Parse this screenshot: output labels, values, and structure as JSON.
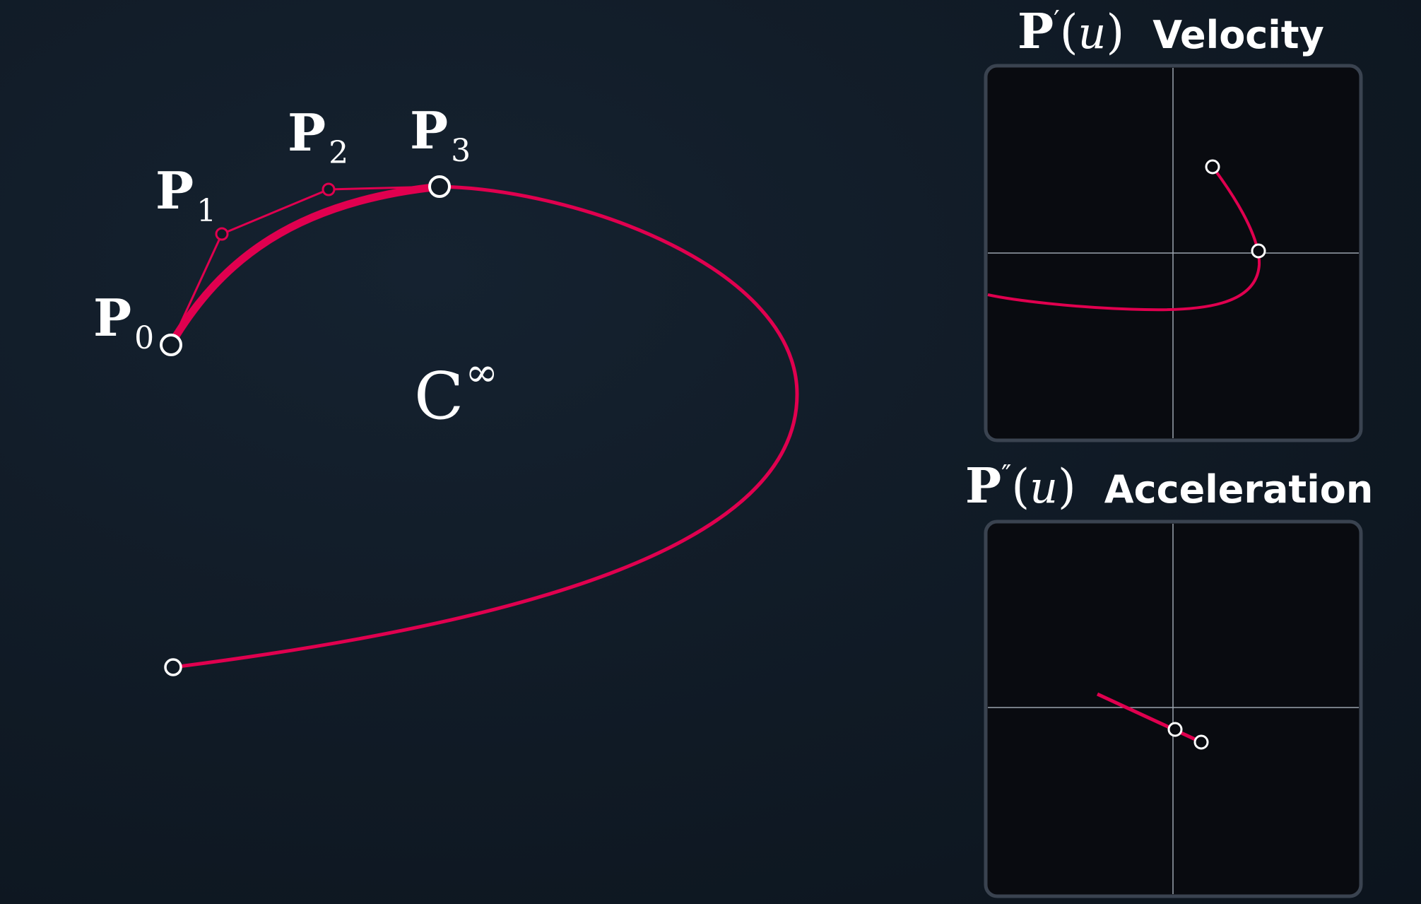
{
  "colors": {
    "background": "#101a25",
    "curve": "#e0004f",
    "point_stroke": "#ffffff",
    "panel_fill": "#090b10",
    "panel_border": "#3a4350",
    "axis": "#9aa3ad"
  },
  "main": {
    "labels": {
      "p0": {
        "base": "P",
        "sub": "0"
      },
      "p1": {
        "base": "P",
        "sub": "1"
      },
      "p2": {
        "base": "P",
        "sub": "2"
      },
      "p3": {
        "base": "P",
        "sub": "3"
      },
      "continuity": {
        "base": "C",
        "sup": "∞"
      }
    }
  },
  "panels": {
    "velocity": {
      "math": {
        "base": "P",
        "prime": "′",
        "arg": "(",
        "var": "u",
        "close": ")"
      },
      "title": "Velocity"
    },
    "acceleration": {
      "math": {
        "base": "P",
        "prime": "″",
        "arg": "(",
        "var": "u",
        "close": ")"
      },
      "title": "Acceleration"
    }
  }
}
